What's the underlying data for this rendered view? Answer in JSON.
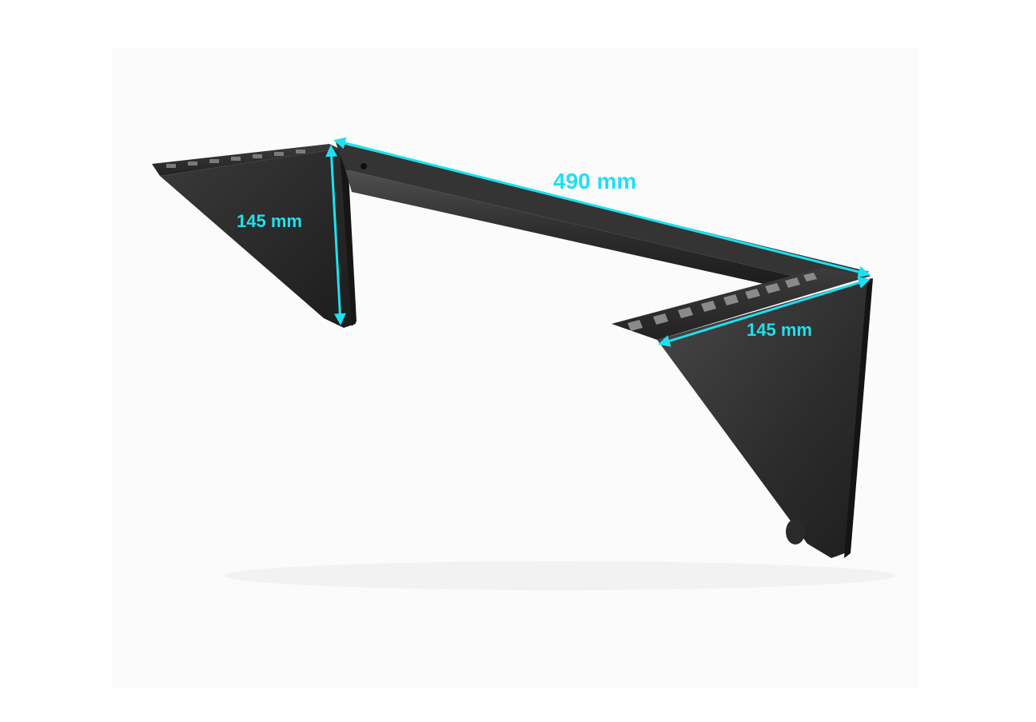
{
  "dimensions": {
    "width_label": "490 mm",
    "height_label": "145 mm",
    "depth_label": "145 mm"
  },
  "colors": {
    "annotation": "#1ee0f0",
    "metal_dark": "#262626",
    "metal_mid": "#3a3a3a",
    "metal_light": "#555555",
    "background": "#ffffff",
    "backdrop": "#fafafa"
  }
}
